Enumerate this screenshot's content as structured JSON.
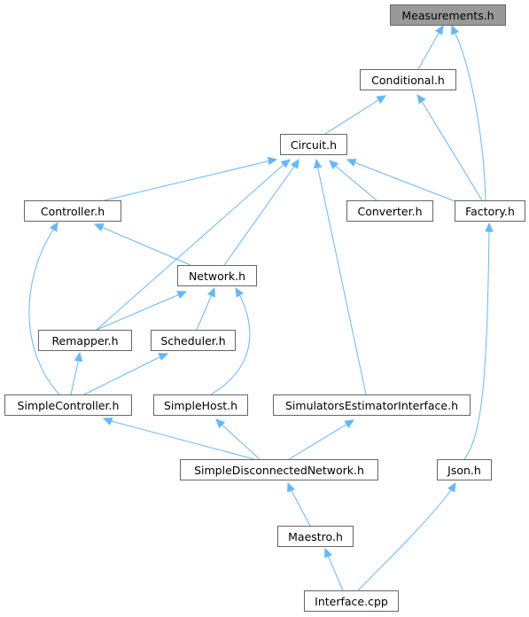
{
  "colors": {
    "edge": "#63b8ff",
    "node_border": "#666666",
    "root_fill": "#999999",
    "node_fill": "#ffffff"
  },
  "nodes": {
    "measurements": "Measurements.h",
    "conditional": "Conditional.h",
    "circuit": "Circuit.h",
    "controller": "Controller.h",
    "converter": "Converter.h",
    "factory": "Factory.h",
    "network": "Network.h",
    "remapper": "Remapper.h",
    "scheduler": "Scheduler.h",
    "simplecontroller": "SimpleController.h",
    "simplehost": "SimpleHost.h",
    "simest": "SimulatorsEstimatorInterface.h",
    "simpledisc": "SimpleDisconnectedNetwork.h",
    "json": "Json.h",
    "maestro": "Maestro.h",
    "interface": "Interface.cpp"
  },
  "edges": [
    [
      "conditional",
      "measurements"
    ],
    [
      "factory",
      "measurements"
    ],
    [
      "circuit",
      "conditional"
    ],
    [
      "factory",
      "conditional"
    ],
    [
      "controller",
      "circuit"
    ],
    [
      "remapper",
      "circuit"
    ],
    [
      "network",
      "circuit"
    ],
    [
      "simest",
      "circuit"
    ],
    [
      "converter",
      "circuit"
    ],
    [
      "factory",
      "circuit"
    ],
    [
      "network",
      "controller"
    ],
    [
      "simplecontroller",
      "controller"
    ],
    [
      "remapper",
      "network"
    ],
    [
      "scheduler",
      "network"
    ],
    [
      "simplehost",
      "network"
    ],
    [
      "simplecontroller",
      "remapper"
    ],
    [
      "simplecontroller",
      "scheduler"
    ],
    [
      "simpledisc",
      "simplecontroller"
    ],
    [
      "simpledisc",
      "simplehost"
    ],
    [
      "simpledisc",
      "simest"
    ],
    [
      "json",
      "factory"
    ],
    [
      "maestro",
      "simpledisc"
    ],
    [
      "interface",
      "maestro"
    ],
    [
      "interface",
      "json"
    ]
  ]
}
